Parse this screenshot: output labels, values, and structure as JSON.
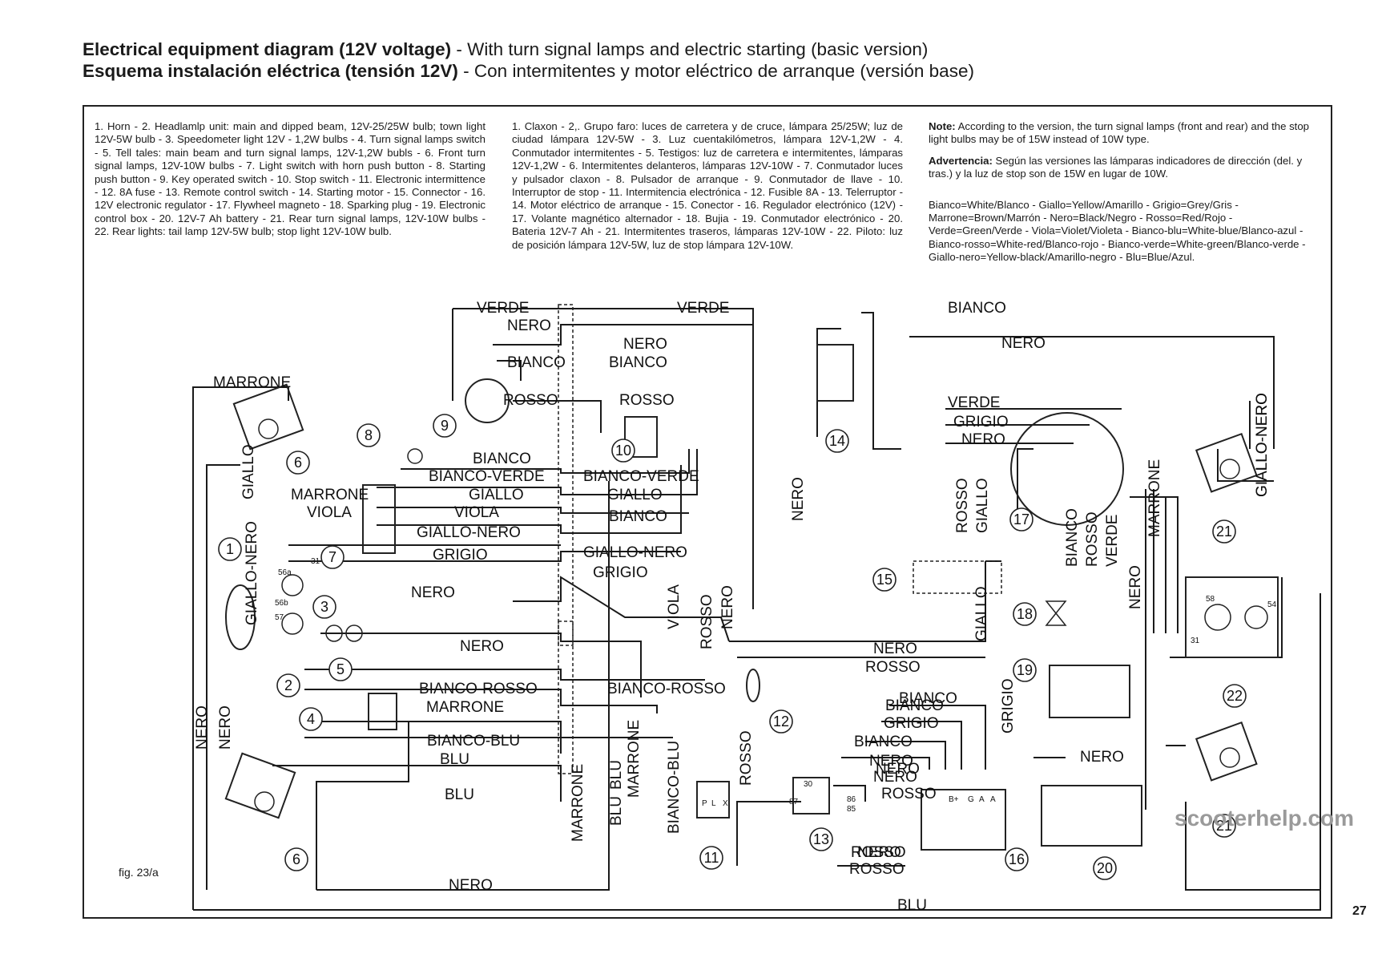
{
  "title": {
    "line1_bold": "Electrical equipment diagram (12V voltage)",
    "line1_rest": " - With turn signal lamps and electric starting (basic version)",
    "line2_bold": "Esquema instalación eléctrica (tensión 12V)",
    "line2_rest": " - Con intermitentes y motor eléctrico de arranque (versión base)"
  },
  "legend_en": "1. Horn - 2. Headlamlp unit: main and dipped beam, 12V-25/25W bulb; town light 12V-5W bulb - 3. Speedometer light 12V - 1,2W bulbs - 4. Turn signal lamps switch - 5. Tell tales: main beam and turn signal lamps, 12V-1,2W bubls - 6. Front turn signal lamps, 12V-10W bulbs - 7. Light switch with horn push button - 8. Starting push button - 9. Key operated switch - 10. Stop switch - 11. Electronic intermittence - 12. 8A fuse - 13. Remote control switch - 14. Starting motor - 15. Connector - 16. 12V electronic regulator - 17. Flywheel magneto - 18. Sparking plug - 19. Electronic control box - 20. 12V-7 Ah battery - 21. Rear turn signal lamps, 12V-10W bulbs - 22. Rear lights: tail lamp 12V-5W bulb; stop light 12V-10W bulb.",
  "legend_es": "1. Claxon - 2,. Grupo faro: luces de carretera y de cruce, lámpara 25/25W; luz de ciudad lámpara 12V-5W - 3. Luz cuentakilómetros, lámpara 12V-1,2W - 4. Conmutador intermitentes - 5. Testigos: luz de carretera e intermitentes, lámparas 12V-1,2W - 6. Intermitentes delanteros, lámparas 12V-10W - 7. Conmutador luces y pulsador claxon - 8. Pulsador de arranque - 9. Conmutador de llave - 10. Interruptor de stop - 11. Intermitencia electrónica - 12. Fusible 8A - 13. Telerruptor - 14. Motor eléctrico de arranque - 15. Conector - 16. Regulador electrónico (12V) - 17. Volante magnético alternador - 18. Bujia - 19. Conmutador electrónico - 20. Bateria 12V-7 Ah - 21. Intermitentes traseros, lámparas 12V-10W - 22. Piloto: luz de posición lámpara 12V-5W, luz de stop lámpara 12V-10W.",
  "note": {
    "label_en": "Note:",
    "text_en": " According to the version, the turn signal lamps (front and rear) and the stop light bulbs may be of 15W instead of 10W type.",
    "label_es": "Advertencia:",
    "text_es": " Según las versiones las lámparas indicadores de dirección (del. y tras.) y la luz de stop son de 15W en lugar de 10W.",
    "colors": "Bianco=White/Blanco - Giallo=Yellow/Amarillo - Grigio=Grey/Gris - Marrone=Brown/Marrón - Nero=Black/Negro - Rosso=Red/Rojo - Verde=Green/Verde - Viola=Violet/Violeta - Bianco-blu=White-blue/Blanco-azul - Bianco-rosso=White-red/Blanco-rojo - Bianco-verde=White-green/Blanco-verde - Giallo-nero=Yellow-black/Amarillo-negro - Blu=Blue/Azul."
  },
  "figure_label": "fig. 23/a",
  "page_number": "27",
  "watermark": "scooterhelp.com",
  "wire_labels": [
    "VERDE",
    "VERDE",
    "NERO",
    "NERO",
    "NERO",
    "BIANCO",
    "BIANCO",
    "BIANCO",
    "ROSSO",
    "ROSSO",
    "MARRONE",
    "BIANCO",
    "BIANCO-VERDE",
    "BIANCO-VERDE",
    "MARRONE",
    "VIOLA",
    "GIALLO",
    "GIALLO",
    "VIOLA",
    "BIANCO",
    "GIALLO-NERO",
    "GIALLO-NERO",
    "GRIGIO",
    "GRIGIO",
    "GIALLO-NERO",
    "NERO",
    "VIOLA",
    "NERO",
    "BIANCO-ROSSO",
    "BIANCO-ROSSO",
    "MARRONE",
    "BIANCO-BLU",
    "BLU",
    "BLU",
    "NERO",
    "BIANCO",
    "NERO",
    "VERDE",
    "GRIGIO",
    "NERO",
    "NERO",
    "ROSSO",
    "NERO",
    "ROSSO",
    "BIANCO",
    "GRIGIO",
    "BIANCO",
    "NERO",
    "NERO",
    "NERO",
    "ROSSO",
    "NERO",
    "BLU",
    "GIALLO",
    "GIALLO-NERO",
    "NERO",
    "NERO",
    "ROSSO",
    "NERO",
    "ROSSO",
    "GIALLO",
    "ROSSO",
    "GIALLO",
    "BIANCO",
    "ROSSO",
    "VERDE",
    "NERO",
    "MARRONE",
    "GIALLO-NERO",
    "GRIGIO",
    "MARRONE",
    "BLU",
    "BIANCO-BLU",
    "ROSSO",
    "MARRONE",
    "BLU"
  ],
  "component_numbers": [
    "1",
    "2",
    "3",
    "4",
    "5",
    "6",
    "6",
    "7",
    "8",
    "9",
    "10",
    "11",
    "12",
    "13",
    "14",
    "15",
    "16",
    "17",
    "18",
    "19",
    "20",
    "21",
    "21",
    "22"
  ],
  "terminal_labels": [
    "56a",
    "56b",
    "57",
    "31",
    "58",
    "54",
    "31",
    "30",
    "87",
    "86",
    "85",
    "B+",
    "G",
    "A",
    "A",
    "P",
    "L",
    "X"
  ]
}
